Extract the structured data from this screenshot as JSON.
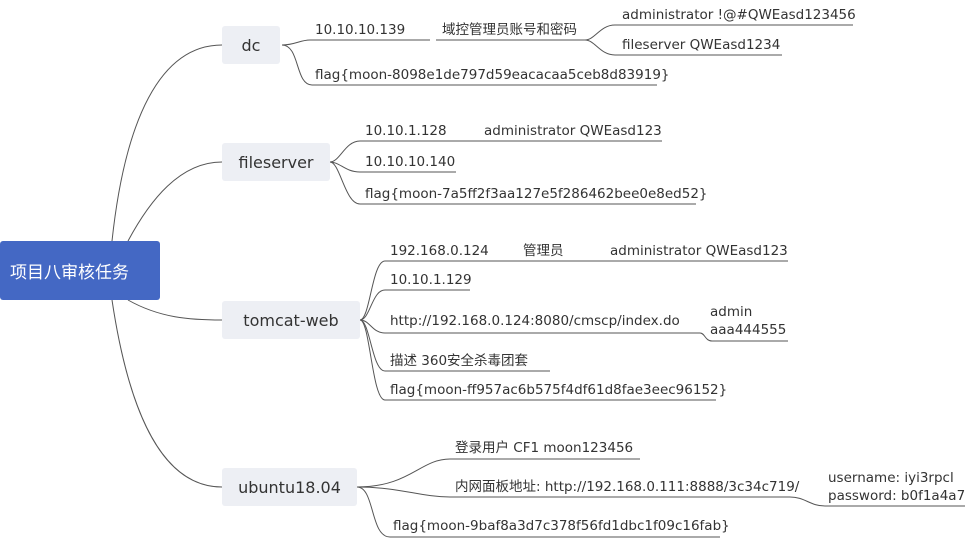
{
  "root": {
    "label": "项目八审核任务"
  },
  "dc": {
    "label": "dc",
    "ip": "10.10.10.139",
    "creds_label": "域控管理员账号和密码",
    "cred1": "administrator !@#QWEasd123456",
    "cred2": "fileserver QWEasd1234",
    "flag": "flag{moon-8098e1de797d59eacacaa5ceb8d83919}"
  },
  "fileserver": {
    "label": "fileserver",
    "ip1": "10.10.1.128",
    "cred": "administrator QWEasd123",
    "ip2": "10.10.10.140",
    "flag": "flag{moon-7a5ff2f3aa127e5f286462bee0e8ed52}"
  },
  "tomcat": {
    "label": "tomcat-web",
    "ip1": "192.168.0.124",
    "admin_label": "管理员",
    "cred": "administrator QWEasd123",
    "ip2": "10.10.1.129",
    "url": "http://192.168.0.124:8080/cmscp/index.do",
    "user": "admin",
    "pass": "aaa444555",
    "desc": "描述 360安全杀毒团套",
    "flag": "flag{moon-ff957ac6b575f4df61d8fae3eec96152}"
  },
  "ubuntu": {
    "label": "ubuntu18.04",
    "login": "登录用户 CF1  moon123456",
    "panel": "内网面板地址: http://192.168.0.111:8888/3c34c719/",
    "username": "username: iyi3rpcl",
    "password": "password: b0f1a4a7",
    "flag": "flag{moon-9baf8a3d7c378f56fd1dbc1f09c16fab}"
  }
}
